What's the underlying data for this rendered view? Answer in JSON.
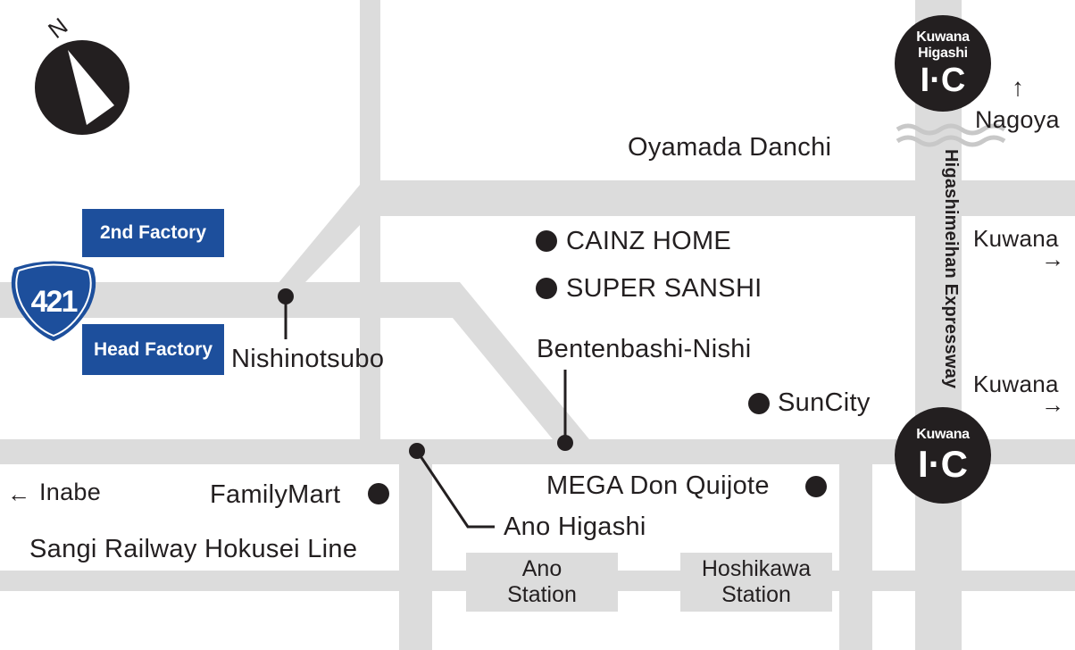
{
  "compass": {
    "north_label": "N"
  },
  "route": {
    "number": "421"
  },
  "factories": {
    "second": "2nd Factory",
    "head": "Head Factory"
  },
  "interchanges": {
    "kuwana_higashi": {
      "line1": "Kuwana",
      "line2": "Higashi",
      "mark": "I·C"
    },
    "kuwana": {
      "line1": "Kuwana",
      "mark": "I·C"
    }
  },
  "expressway": "Higashimeihan Expressway",
  "directions": {
    "nagoya": {
      "arrow": "↑",
      "label": "Nagoya"
    },
    "kuwana_1": {
      "label": "Kuwana",
      "arrow": "→"
    },
    "kuwana_2": {
      "label": "Kuwana",
      "arrow": "→"
    },
    "inabe": {
      "arrow": "←",
      "label": "Inabe"
    }
  },
  "places": {
    "oyamada": "Oyamada Danchi",
    "cainz": "CAINZ HOME",
    "super_sanshi": "SUPER SANSHI",
    "bentenbashi": "Bentenbashi-Nishi",
    "suncity": "SunCity",
    "nishinotsubo": "Nishinotsubo",
    "familymart": "FamilyMart",
    "mega_don": "MEGA Don Quijote",
    "ano_higashi": "Ano Higashi",
    "sangi_line": "Sangi Railway Hokusei Line"
  },
  "stations": {
    "ano": {
      "line1": "Ano",
      "line2": "Station"
    },
    "hoshikawa": {
      "line1": "Hoshikawa",
      "line2": "Station"
    }
  },
  "colors": {
    "road": "#dcdcdc",
    "factory_blue": "#1d4f9c",
    "ink": "#231f20"
  }
}
